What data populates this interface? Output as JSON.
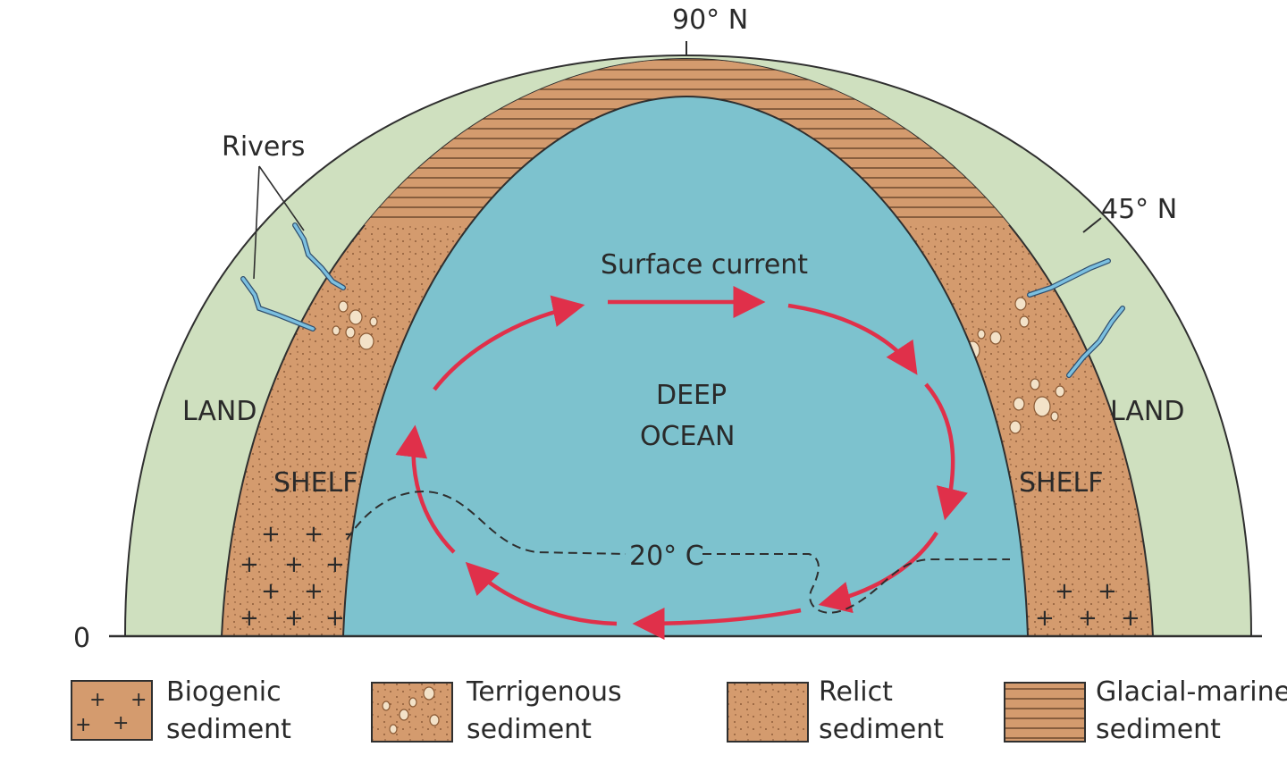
{
  "labels": {
    "north_pole": "90° N",
    "lat_45": "45° N",
    "zero": "0",
    "rivers": "Rivers",
    "land_left": "LAND",
    "land_right": "LAND",
    "shelf_left": "SHELF",
    "shelf_right": "SHELF",
    "surface_current": "Surface current",
    "deep_ocean_line1": "DEEP",
    "deep_ocean_line2": "OCEAN",
    "isotherm": "20° C"
  },
  "legend": [
    {
      "id": "biogenic",
      "line1": "Biogenic",
      "line2": "sediment",
      "pattern": "plus"
    },
    {
      "id": "terrigenous",
      "line1": "Terrigenous",
      "line2": "sediment",
      "pattern": "pebbles"
    },
    {
      "id": "relict",
      "line1": "Relict",
      "line2": "sediment",
      "pattern": "dots"
    },
    {
      "id": "glacial",
      "line1": "Glacial-marine",
      "line2": "sediment",
      "pattern": "lines"
    }
  ],
  "colors": {
    "land": "#cfe0bf",
    "ocean": "#7dc2ce",
    "sediment": "#d49b6e",
    "current": "#e0304a",
    "river": "#7cc0e0",
    "outline": "#2f2f2f"
  }
}
